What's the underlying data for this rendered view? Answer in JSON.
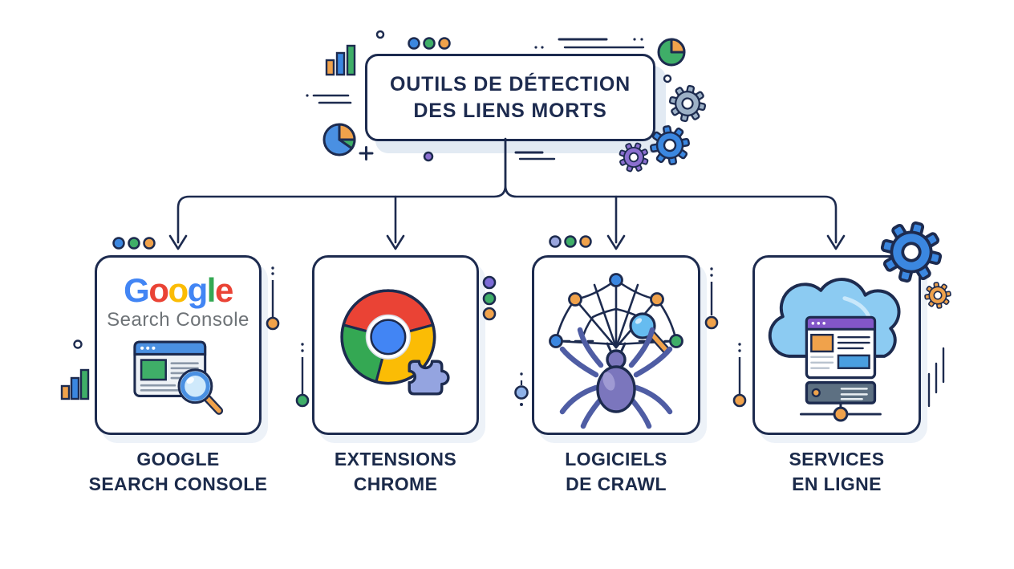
{
  "title": {
    "line1": "OUTILS DE DÉTECTION",
    "line2": "DES LIENS MORTS"
  },
  "cards": [
    {
      "id": "google-search-console",
      "label_line1": "GOOGLE",
      "label_line2": "SEARCH CONSOLE",
      "logo_letters": [
        {
          "ch": "G",
          "style": "color:#4285F4"
        },
        {
          "ch": "o",
          "style": "color:#EA4335"
        },
        {
          "ch": "o",
          "style": "color:#FBBC05"
        },
        {
          "ch": "g",
          "style": "color:#4285F4"
        },
        {
          "ch": "l",
          "style": "color:#34A853"
        },
        {
          "ch": "e",
          "style": "color:#EA4335"
        }
      ],
      "logo_subtitle": "Search Console"
    },
    {
      "id": "extensions-chrome",
      "label_line1": "EXTENSIONS",
      "label_line2": "CHROME"
    },
    {
      "id": "logiciels-de-crawl",
      "label_line1": "LOGICIELS",
      "label_line2": "DE CRAWL"
    },
    {
      "id": "services-en-ligne",
      "label_line1": "SERVICES",
      "label_line2": "EN LIGNE"
    }
  ],
  "colors": {
    "outline_navy": "#1d2b4f",
    "blue": "#3b87e0",
    "green": "#3fae68",
    "orange": "#f0a24b",
    "purple": "#8b6fd0",
    "slate_gear": "#9db1c7",
    "shadow": "#e2eaf3",
    "chrome_red": "#EA4335",
    "chrome_yellow": "#FBBC05",
    "chrome_green": "#34A853",
    "chrome_blue": "#4285F4",
    "cloud_blue": "#8ccbf2",
    "window_header_purple": "#8256c8",
    "google_subtitle_gray": "#6e7377"
  }
}
